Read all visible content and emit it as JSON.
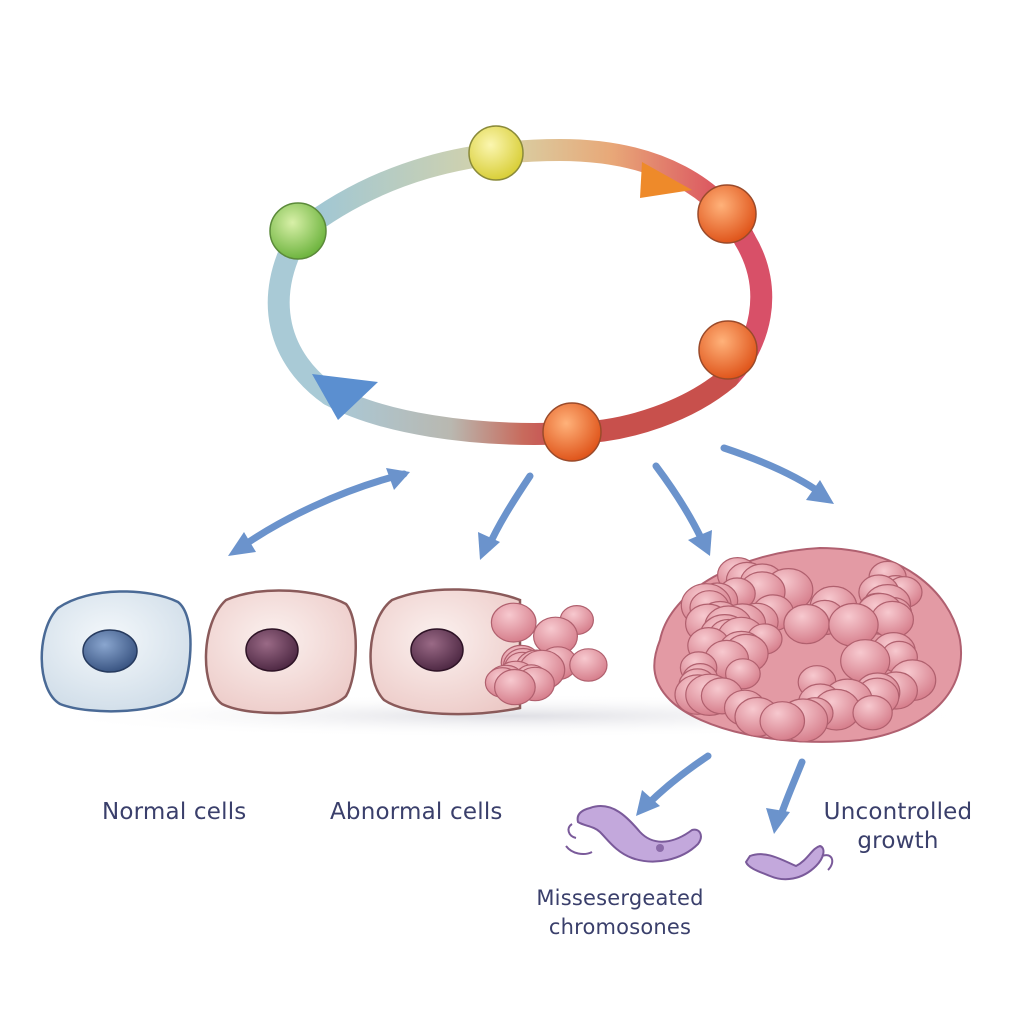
{
  "labels": {
    "normal_cells": "Normal cells",
    "abnormal_cells": "Abnormal cells",
    "missegregated_line1": "Missesergeated",
    "missegregated_line2": "chromosones",
    "uncontrolled_line1": "Uncontrolled",
    "uncontrolled_line2": "growth"
  },
  "cycle": {
    "phase_colors": [
      "#f2ea6a",
      "#f08a3c",
      "#f07a2e",
      "#f2762e",
      "#8cc84b"
    ],
    "arrow_colors": {
      "clockwise": "#ee8a2a",
      "counterclockwise": "#5b8fd0"
    }
  },
  "colors": {
    "arrow_blue": "#6b93cc",
    "text": "#3a3f6b",
    "normal_cell": "#e3ecf3",
    "abnormal_cell": "#f6e1e0",
    "tumor": "#e6a3aa",
    "chromosome": "#b89ad2"
  }
}
